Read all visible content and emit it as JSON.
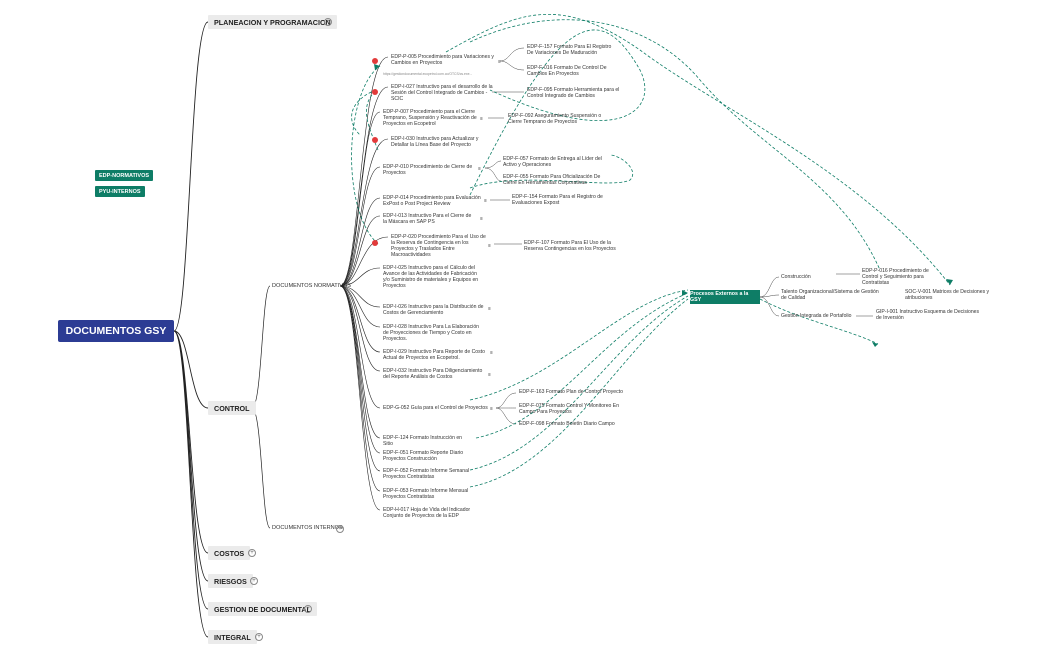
{
  "root": {
    "label": "DOCUMENTOS GSY"
  },
  "main_topics": [
    {
      "label": "PLANEACION Y PROGRAMACION"
    },
    {
      "label": "CONTROL"
    },
    {
      "label": "COSTOS"
    },
    {
      "label": "RIESGOS"
    },
    {
      "label": "GESTION DE DOCUMENTAL"
    },
    {
      "label": "INTEGRAL"
    }
  ],
  "tags": [
    {
      "label": "EDP-NORMATIVOS"
    },
    {
      "label": "PYU-INTERNOS"
    }
  ],
  "control": {
    "normativos_label": "DOCUMENTOS NORMATIVOS",
    "internos_label": "DOCUMENTOS INTERNOS"
  },
  "documents": [
    {
      "label": "EDP-P-005 Procedimiento para Variaciones y Cambios en Proyectos"
    },
    {
      "label": "EDP-I-027 Instructivo para el desarrollo de la Sesión del Control Integrado de Cambios - SCIC"
    },
    {
      "label": "EDP-P-007 Procedimiento para el Cierre Temprano, Suspensión y Reactivación de Proyectos en Ecopetrol"
    },
    {
      "label": "EDP-I-030 Instructivo para Actualizar y Detallar la Línea Base del Proyecto"
    },
    {
      "label": "EDP-P-010 Procedimiento de Cierre de Proyectos"
    },
    {
      "label": "EDP-P-014 Procedimiento para Evaluación ExPost o Post Project Review"
    },
    {
      "label": "EDP-I-013 Instructivo Para el Cierre de la Máscara en SAP PS"
    },
    {
      "label": "EDP-P-020 Procedimiento Para el Uso de la Reserva de Contingencia en los Proyectos y Traslados Entre Macroactividades"
    },
    {
      "label": "EDP-I-025 Instructivo para el Cálculo del Avance de las Actividades de Fabricación y/o Suministro de materiales y Equipos en Proyectos"
    },
    {
      "label": "EDP-I-026 Instructivo para la Distribución de Costos de Gerenciamiento"
    },
    {
      "label": "EDP-I-028 Instructivo Para La Elaboración de Proyecciones de Tiempo y Costo en Proyectos."
    },
    {
      "label": "EDP-I-029 Instructivo Para Reporte de Costo Actual de Proyectos en Ecopetrol."
    },
    {
      "label": "EDP-I-032 Instructivo Para Diligenciamiento del Reporte Análisis de Costos"
    },
    {
      "label": "EDP-G-052 Guía para el Control de Proyectos"
    },
    {
      "label": "EDP-F-124 Formato Instrucción en Sitio"
    },
    {
      "label": "EDP-F-051 Formato Reporte Diario Proyectos Construcción"
    },
    {
      "label": "EDP-F-052 Formato Informe Semanal Proyectos Contratistas"
    },
    {
      "label": "EDP-F-053 Formato Informe Mensual Proyectos Contratistas"
    },
    {
      "label": "EDP-H-017 Hoja de Vida del Indicador Conjunto de Proyectos de la EDP"
    }
  ],
  "formats": [
    {
      "label": "EDP-F-157 Formato Para El Registro De Variaciones De Maduración"
    },
    {
      "label": "EDP-F-016 Formato De Control De Cambios En Proyectos"
    },
    {
      "label": "EDP-F-095 Formato Herramienta para el Control Integrado de Cambios"
    },
    {
      "label": "EDP-F-092 Aseguramiento Suspensión o Cierre Temprano de Proyectos"
    },
    {
      "label": "EDP-F-057 Formato de Entrega al Líder del Activo y Operaciones"
    },
    {
      "label": "EDP-F-055 Formato Para Oficialización De Cierre En Herramientas Corporativas"
    },
    {
      "label": "EDP-F-154 Formato Para el Registro de Evaluaciones Expost"
    },
    {
      "label": "EDP-F-107 Formato Para El Uso de la Reserva Contingencias en los Proyectos"
    },
    {
      "label": "EDP-F-163 Formato Plan de Control Proyecto"
    },
    {
      "label": "EDP-F-075 Formato Control Y Monitoreo En Campo Para Proyectos"
    },
    {
      "label": "EDP-F-098 Formato Boletín Diario Campo"
    }
  ],
  "link_text": "https://gestiondocumental.ecopetrol.com.co/OTCS/cs.exe...",
  "process": {
    "label": "Procesos Externos a la GSY",
    "items": [
      {
        "label": "Construcción"
      },
      {
        "label": "Talento Organizacional/Sistema de Gestión de Calidad"
      },
      {
        "label": "Gestión Integrada de Portafolio"
      }
    ],
    "docs": [
      {
        "label": "EDP-P-016 Procedimiento de Control y Seguimiento para Contratistas"
      },
      {
        "label": "SOC-V-001 Matrices de Decisiones y atribuciones"
      },
      {
        "label": "GIP-I-001 Instructivo Esquema de Decisiones de Inversión"
      }
    ]
  },
  "colors": {
    "root": "#2c3c94",
    "accent": "#0e7d66",
    "marker": "#e23a3a",
    "line": "#222222"
  }
}
